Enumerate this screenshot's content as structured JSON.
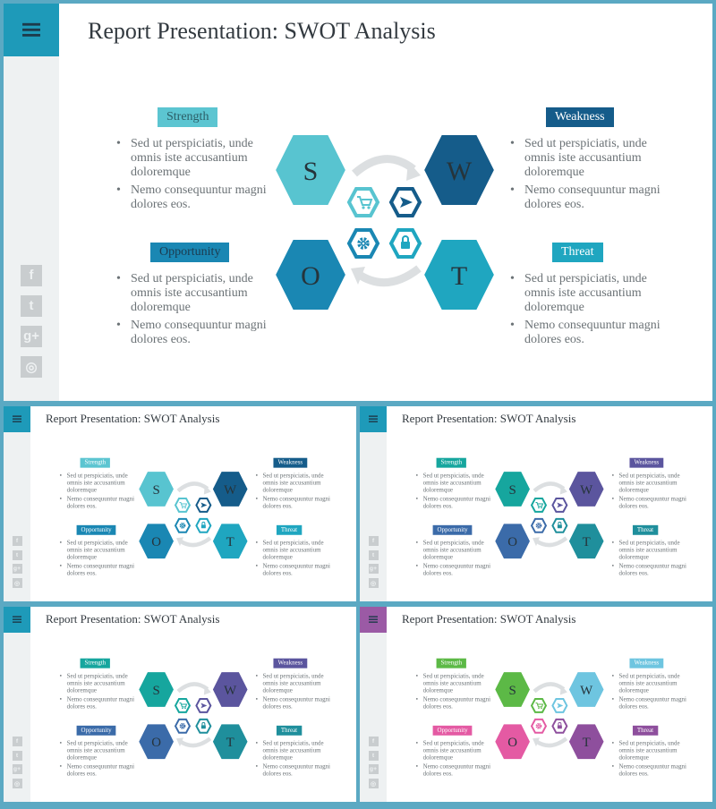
{
  "title": "Report Presentation: SWOT Analysis",
  "swot": {
    "letters": {
      "s": "S",
      "w": "W",
      "o": "O",
      "t": "T"
    },
    "labels": {
      "strength": "Strength",
      "weakness": "Weakness",
      "opportunity": "Opportunity",
      "threat": "Threat"
    },
    "bullet1": "Sed ut perspiciatis, unde omnis iste accusantium doloremque",
    "bullet2": "Nemo consequuntur magni dolores eos."
  },
  "icons": {
    "menu": "hamburger-menu-icon",
    "social": [
      "facebook-icon",
      "twitter-icon",
      "google-plus-icon",
      "instagram-icon"
    ],
    "center": [
      "shopping-cart-icon",
      "send-icon",
      "gear-icon",
      "lock-icon"
    ]
  },
  "themes": [
    {
      "menu": "#1e9ab9",
      "s": "#58c4d0",
      "w": "#155c8a",
      "o": "#1a87b3",
      "t": "#1fa6c0",
      "c1": "#58c4d0",
      "c2": "#155c8a",
      "c3": "#1a87b3",
      "c4": "#1fa6c0",
      "strength": "#5cc5d1",
      "weakness": "#155c8a",
      "opportunity": "#1a87b3",
      "threat": "#1fa6c0"
    },
    {
      "menu": "#1e9ab9",
      "s": "#58c4d0",
      "w": "#155c8a",
      "o": "#1a87b3",
      "t": "#1fa6c0",
      "c1": "#58c4d0",
      "c2": "#155c8a",
      "c3": "#1a87b3",
      "c4": "#1fa6c0",
      "strength": "#5cc5d1",
      "weakness": "#155c8a",
      "opportunity": "#1a87b3",
      "threat": "#1fa6c0"
    },
    {
      "menu": "#1e9ab9",
      "s": "#16a69e",
      "w": "#5b559e",
      "o": "#3b6ba9",
      "t": "#1f8f9c",
      "c1": "#16a69e",
      "c2": "#5b559e",
      "c3": "#3b6ba9",
      "c4": "#1f8f9c",
      "strength": "#16a69e",
      "weakness": "#5b559e",
      "opportunity": "#3b6ba9",
      "threat": "#1f8f9c"
    },
    {
      "menu": "#1e9ab9",
      "s": "#16a69e",
      "w": "#5b559e",
      "o": "#3b6ba9",
      "t": "#1f8f9c",
      "c1": "#16a69e",
      "c2": "#5b559e",
      "c3": "#3b6ba9",
      "c4": "#1f8f9c",
      "strength": "#16a69e",
      "weakness": "#5b559e",
      "opportunity": "#3b6ba9",
      "threat": "#1f8f9c"
    },
    {
      "menu": "#9b5aa5",
      "s": "#5cb946",
      "w": "#6ec5e0",
      "o": "#e45aa3",
      "t": "#8e4f9d",
      "c1": "#5cb946",
      "c2": "#6ec5e0",
      "c3": "#e45aa3",
      "c4": "#8e4f9d",
      "strength": "#5cb946",
      "weakness": "#6ec5e0",
      "opportunity": "#e45aa3",
      "threat": "#8e4f9d"
    }
  ]
}
